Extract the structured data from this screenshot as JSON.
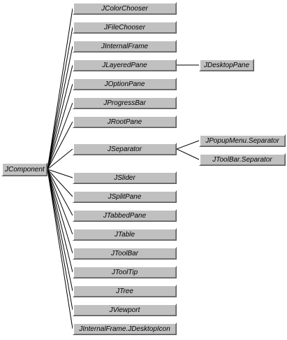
{
  "root": {
    "label": "JComponent"
  },
  "children": [
    {
      "label": "JColorChooser"
    },
    {
      "label": "JFileChooser"
    },
    {
      "label": "JInternalFrame"
    },
    {
      "label": "JLayeredPane",
      "children": [
        {
          "label": "JDesktopPane"
        }
      ]
    },
    {
      "label": "JOptionPane"
    },
    {
      "label": "JProgressBar"
    },
    {
      "label": "JRootPane"
    },
    {
      "label": "JSeparator",
      "children": [
        {
          "label": "JPopupMenu.Separator"
        },
        {
          "label": "JToolBar.Separator"
        }
      ]
    },
    {
      "label": "JSlider"
    },
    {
      "label": "JSplitPane"
    },
    {
      "label": "JTabbedPane"
    },
    {
      "label": "JTable"
    },
    {
      "label": "JToolBar"
    },
    {
      "label": "JToolTip"
    },
    {
      "label": "JTree"
    },
    {
      "label": "JViewport"
    },
    {
      "label": "JInternalFrame.JDesktopIcon"
    }
  ],
  "colors": {
    "box_fill": "#c0c0c0",
    "line": "#000000",
    "text": "#000000"
  }
}
